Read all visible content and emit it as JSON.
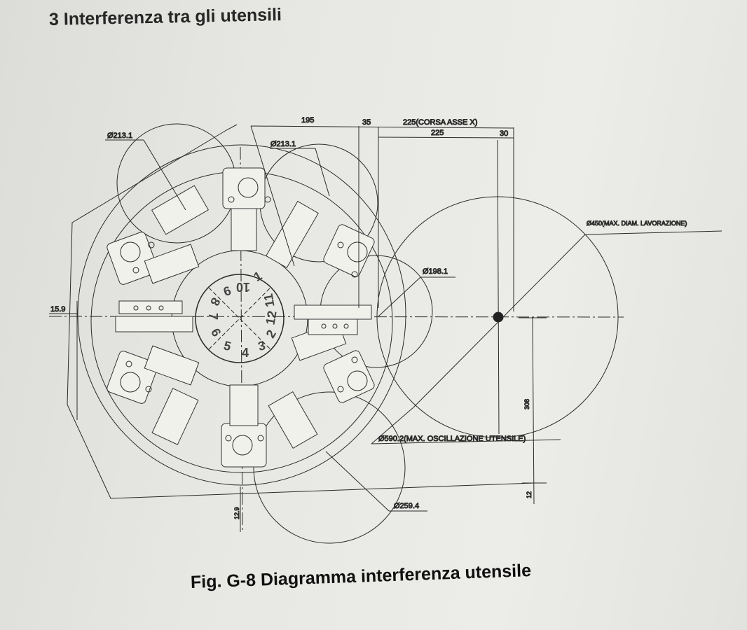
{
  "section_title": "3 Interferenza tra gli utensili",
  "dimensions": {
    "d_213_left": "Ø213.1",
    "d_213_top": "Ø213.1",
    "d_195": "195",
    "d_35": "35",
    "d_225_corsa": "225(CORSA ASSE X)",
    "d_225": "225",
    "d_30": "30",
    "d_450": "Ø450(MAX. DIAM. LAVORAZIONE)",
    "d_198": "Ø198.1",
    "d_15_9": "15.9",
    "d_308": "308",
    "d_590": "Ø590.2(MAX. OSCILLAZIONE UTENSILE)",
    "d_259": "Ø259.4",
    "d_12_9": "12.9",
    "d_12": "12"
  },
  "turret_numbers": [
    "1",
    "2",
    "3",
    "4",
    "5",
    "6",
    "7",
    "8",
    "9",
    "10",
    "11",
    "12"
  ],
  "caption": "Fig. G-8 Diagramma interferenza utensile"
}
